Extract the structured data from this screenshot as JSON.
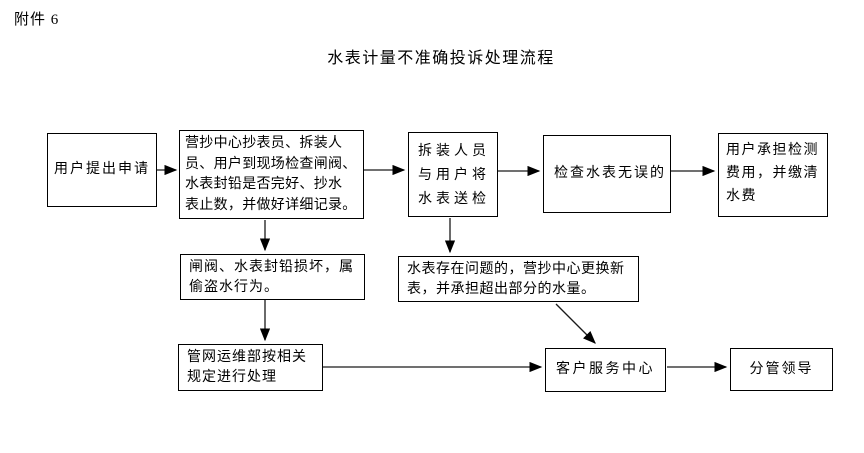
{
  "page": {
    "attachment_label": "附件 6",
    "title": "水表计量不准确投诉处理流程"
  },
  "flowchart": {
    "nodes": {
      "apply": {
        "label": "用户提出申请"
      },
      "site_check": {
        "label": "营抄中心抄表员、拆装人\n员、用户到现场检查闸阀、\n水表封铅是否完好、抄水\n表止数，并做好详细记录。"
      },
      "send_meter": {
        "label": "拆装人员\n与用户将\n水表送检"
      },
      "check_ok": {
        "label": "检查水表无误的"
      },
      "user_pay": {
        "label": "用户承担检测\n费用，并缴清\n水费"
      },
      "seal_damaged": {
        "label": "闸阀、水表封铅损坏，属\n偷盗水行为。"
      },
      "meter_problem": {
        "label": "水表存在问题的，营抄中心更换新\n表，并承担超出部分的水量。"
      },
      "pipe_dept": {
        "label": "管网运维部按相关\n规定进行处理"
      },
      "service_center": {
        "label": "客户服务中心"
      },
      "leader": {
        "label": "分管领导"
      }
    },
    "edges": [
      {
        "from": "apply",
        "to": "site_check"
      },
      {
        "from": "site_check",
        "to": "send_meter"
      },
      {
        "from": "send_meter",
        "to": "check_ok"
      },
      {
        "from": "check_ok",
        "to": "user_pay"
      },
      {
        "from": "site_check",
        "to": "seal_damaged"
      },
      {
        "from": "send_meter",
        "to": "meter_problem"
      },
      {
        "from": "seal_damaged",
        "to": "pipe_dept"
      },
      {
        "from": "meter_problem",
        "to": "service_center"
      },
      {
        "from": "pipe_dept",
        "to": "service_center"
      },
      {
        "from": "service_center",
        "to": "leader"
      }
    ],
    "colors": {
      "line": "#1a1a1a",
      "border": "#000000",
      "text": "#000000",
      "background": "#ffffff"
    }
  }
}
